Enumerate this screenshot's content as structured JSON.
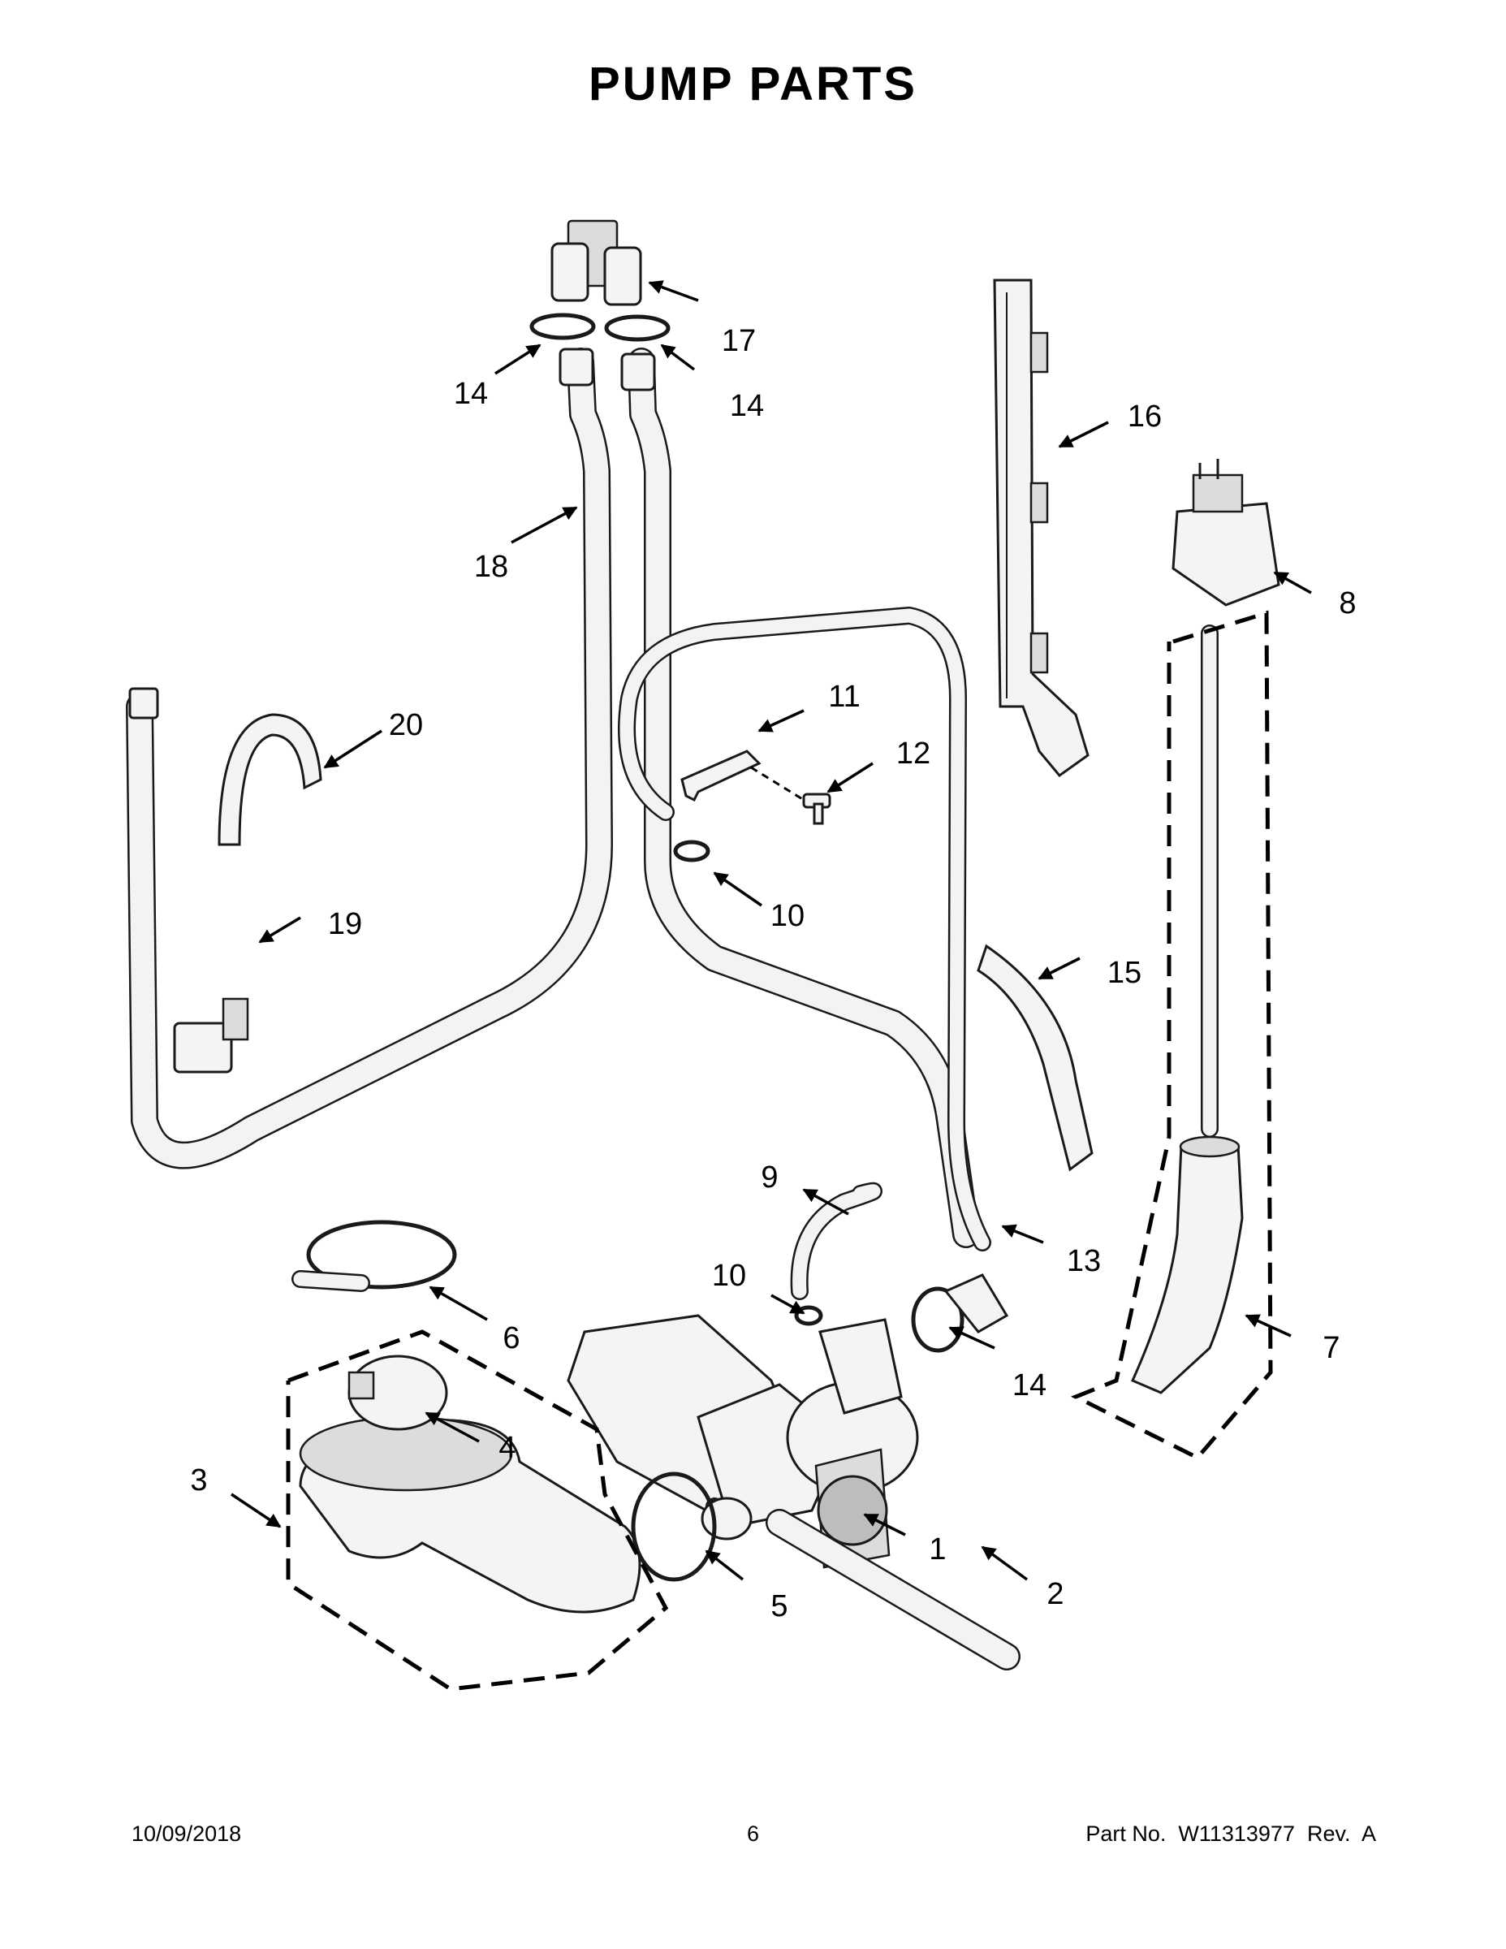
{
  "title": "PUMP PARTS",
  "callouts": [
    {
      "id": "c1",
      "label": "1"
    },
    {
      "id": "c2",
      "label": "2"
    },
    {
      "id": "c3",
      "label": "3"
    },
    {
      "id": "c4",
      "label": "4"
    },
    {
      "id": "c5",
      "label": "5"
    },
    {
      "id": "c6",
      "label": "6"
    },
    {
      "id": "c7",
      "label": "7"
    },
    {
      "id": "c8",
      "label": "8"
    },
    {
      "id": "c9",
      "label": "9"
    },
    {
      "id": "c10a",
      "label": "10"
    },
    {
      "id": "c10b",
      "label": "10"
    },
    {
      "id": "c11",
      "label": "11"
    },
    {
      "id": "c12",
      "label": "12"
    },
    {
      "id": "c13",
      "label": "13"
    },
    {
      "id": "c14a",
      "label": "14"
    },
    {
      "id": "c14b",
      "label": "14"
    },
    {
      "id": "c14c",
      "label": "14"
    },
    {
      "id": "c15",
      "label": "15"
    },
    {
      "id": "c16",
      "label": "16"
    },
    {
      "id": "c17",
      "label": "17"
    },
    {
      "id": "c18",
      "label": "18"
    },
    {
      "id": "c19",
      "label": "19"
    },
    {
      "id": "c20",
      "label": "20"
    }
  ],
  "footer": {
    "date": "10/09/2018",
    "page": "6",
    "part_number": "Part No.  W11313977  Rev.  A"
  }
}
